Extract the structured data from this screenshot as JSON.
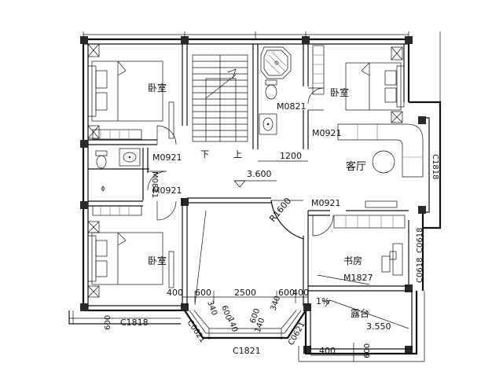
{
  "rooms": {
    "bedroom_top": "卧室",
    "bedroom_right": "卧室",
    "bedroom_bottom": "卧室",
    "living_room": "客厅",
    "study": "书房",
    "terrace": "露台"
  },
  "stair": {
    "down": "下",
    "up": "上"
  },
  "doors": {
    "m0821_upper": "M0821",
    "m0921_right": "M0921",
    "m0921_left_top": "M0921",
    "m0921_left_bottom": "M0921",
    "m0821_vertical": "M0821",
    "m0921_study": "M0921",
    "m1827": "M1827"
  },
  "windows": {
    "c1818_right": "C1818",
    "c1818_left": "C1818",
    "c0618_a": "C0618",
    "c0618_b": "C0618",
    "c0621_left": "C0621",
    "c0621_right": "C0621",
    "c1821": "C1821"
  },
  "levels": {
    "floor": "3.600",
    "terrace": "3.550",
    "slope": "1%"
  },
  "dimensions": {
    "d1200": "1200",
    "r1600": "R1600",
    "d400_left": "400",
    "d600_left": "600",
    "d2500": "2500",
    "d600_right": "600",
    "d400_right": "400",
    "d600_vert_left": "600",
    "d600_diag_left": "600",
    "d340_left": "340",
    "d140_left": "140",
    "d600_diag_right": "600",
    "d340_right": "340",
    "d140_right": "140",
    "d400_bottom": "400",
    "d600_bottom": "600"
  }
}
